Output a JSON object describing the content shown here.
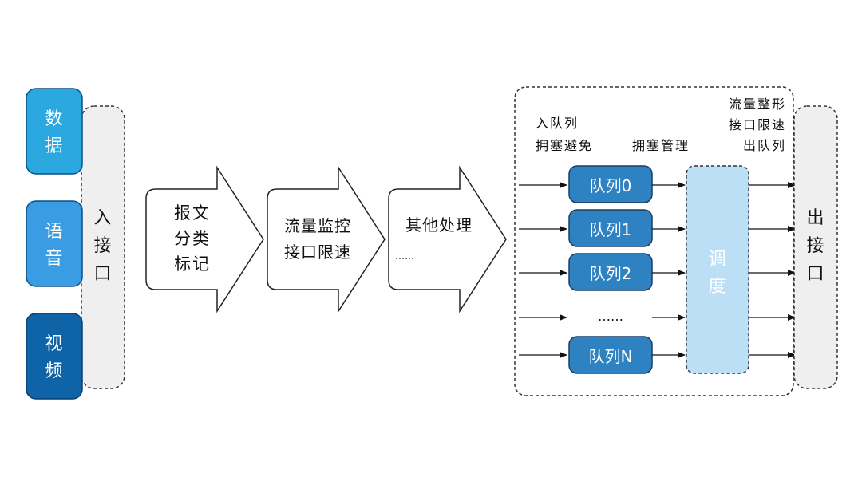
{
  "sources": {
    "data": [
      "数",
      "据"
    ],
    "voice": [
      "语",
      "音"
    ],
    "video": [
      "视",
      "频"
    ],
    "data_color": "#2aa8df",
    "voice_color": "#3a9de3",
    "video_color": "#0f64a8"
  },
  "in_interface": [
    "入",
    "接",
    "口"
  ],
  "out_interface": [
    "出",
    "接",
    "口"
  ],
  "arrows": {
    "mark": [
      "报文",
      "分类",
      "标记"
    ],
    "police": [
      "流量监控",
      "接口限速"
    ],
    "other": [
      "其他处理",
      "……"
    ]
  },
  "qos_labels": {
    "enqueue": "入队列",
    "congestion_avoid": "拥塞避免",
    "congestion_mgmt": "拥塞管理",
    "shaping": "流量整形",
    "rate_limit": "接口限速",
    "dequeue": "出队列"
  },
  "queues": [
    "队列0",
    "队列1",
    "队列2",
    "……",
    "队列N"
  ],
  "scheduler": [
    "调",
    "度"
  ],
  "colors": {
    "queue_fill": "#2e82c2",
    "scheduler_fill": "#bcdff5",
    "interface_fill": "#efefef"
  }
}
